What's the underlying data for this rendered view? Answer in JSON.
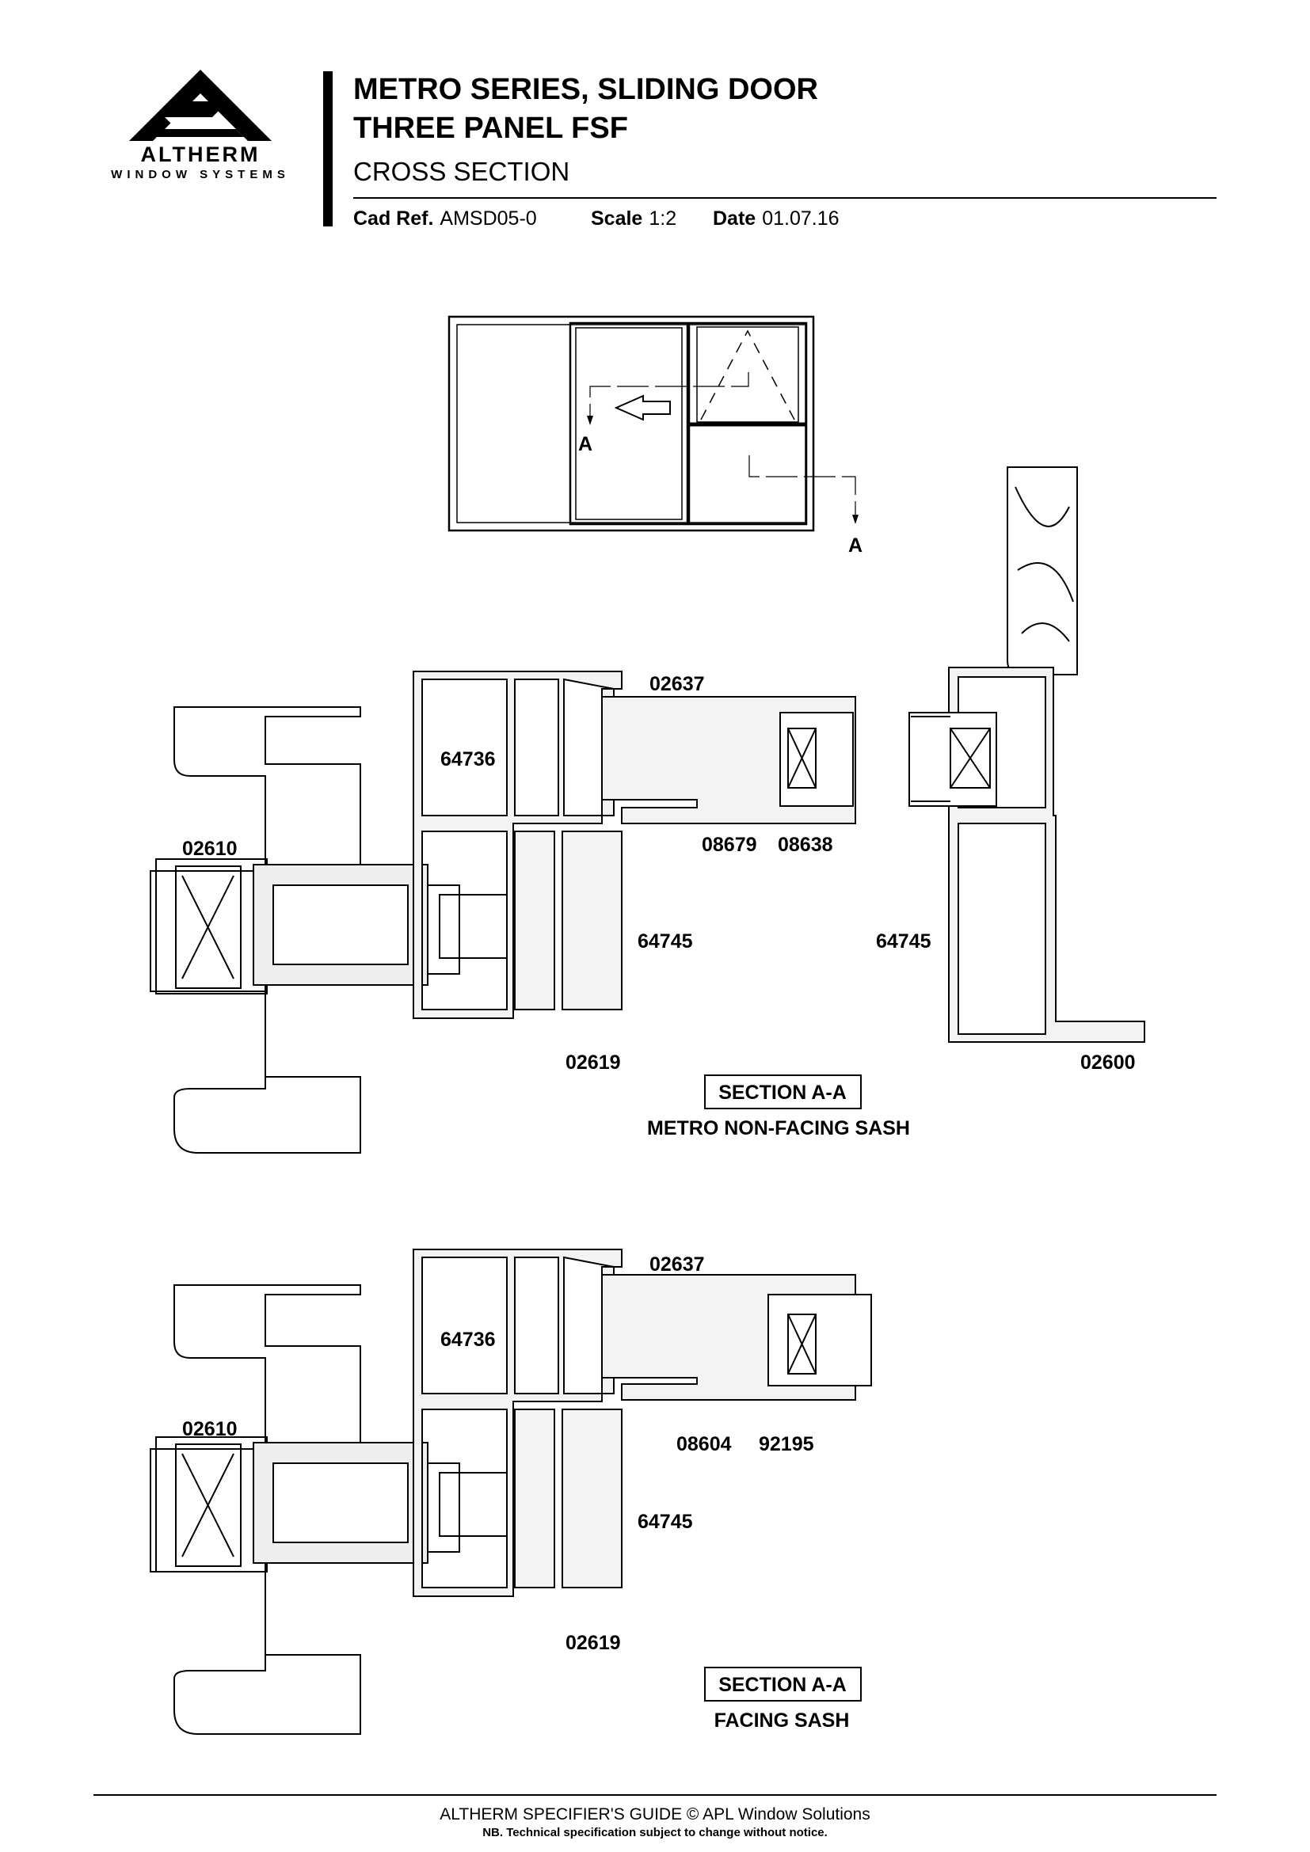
{
  "header": {
    "brand": "ALTHERM",
    "brand_sub": "WINDOW SYSTEMS",
    "title_line1": "METRO SERIES, SLIDING DOOR",
    "title_line2": "THREE PANEL FSF",
    "subtitle": "CROSS SECTION",
    "cad_ref_label": "Cad Ref.",
    "cad_ref": "AMSD05-0",
    "scale_label": "Scale",
    "scale": "1:2",
    "date_label": "Date",
    "date": "01.07.16"
  },
  "elevation": {
    "section_marker": "A"
  },
  "section1": {
    "part_labels": [
      "02637",
      "64736",
      "02610",
      "08679",
      "08638",
      "64745",
      "64745",
      "02619",
      "02600"
    ],
    "section_title": "SECTION A-A",
    "caption": "METRO NON-FACING SASH"
  },
  "section2": {
    "part_labels": [
      "02637",
      "64736",
      "02610",
      "08604",
      "92195",
      "64745",
      "02619"
    ],
    "section_title": "SECTION A-A",
    "caption": "FACING SASH"
  },
  "footer": {
    "line1": "ALTHERM SPECIFIER'S GUIDE  © APL Window Solutions",
    "line2": "NB. Technical specification subject to change without notice."
  }
}
